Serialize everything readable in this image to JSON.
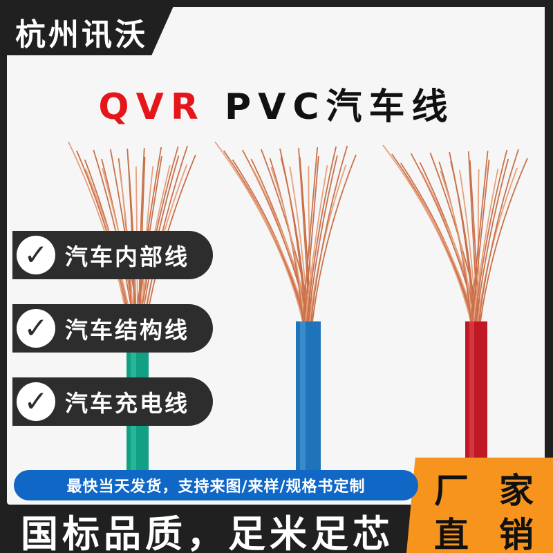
{
  "brand": "杭州讯沃",
  "title": {
    "prefix": "QVR",
    "rest": "PVC汽车线"
  },
  "features": [
    {
      "label": "汽车内部线"
    },
    {
      "label": "汽车结构线"
    },
    {
      "label": "汽车充电线"
    }
  ],
  "banner": "最快当天发货，支持来图/来样/规格书定制",
  "slogan": "国标品质，足米足芯",
  "corner": {
    "c1": "厂",
    "c2": "家",
    "c3": "直",
    "c4": "销"
  },
  "colors": {
    "accent_red": "#e4161b",
    "banner_blue": "#1167c5",
    "orange": "#f7941d",
    "wire_green": "#12a085",
    "wire_blue": "#1f73b8",
    "wire_red": "#c01925",
    "copper": "#d7835a"
  },
  "icons": {
    "check": "check-circle-icon"
  }
}
